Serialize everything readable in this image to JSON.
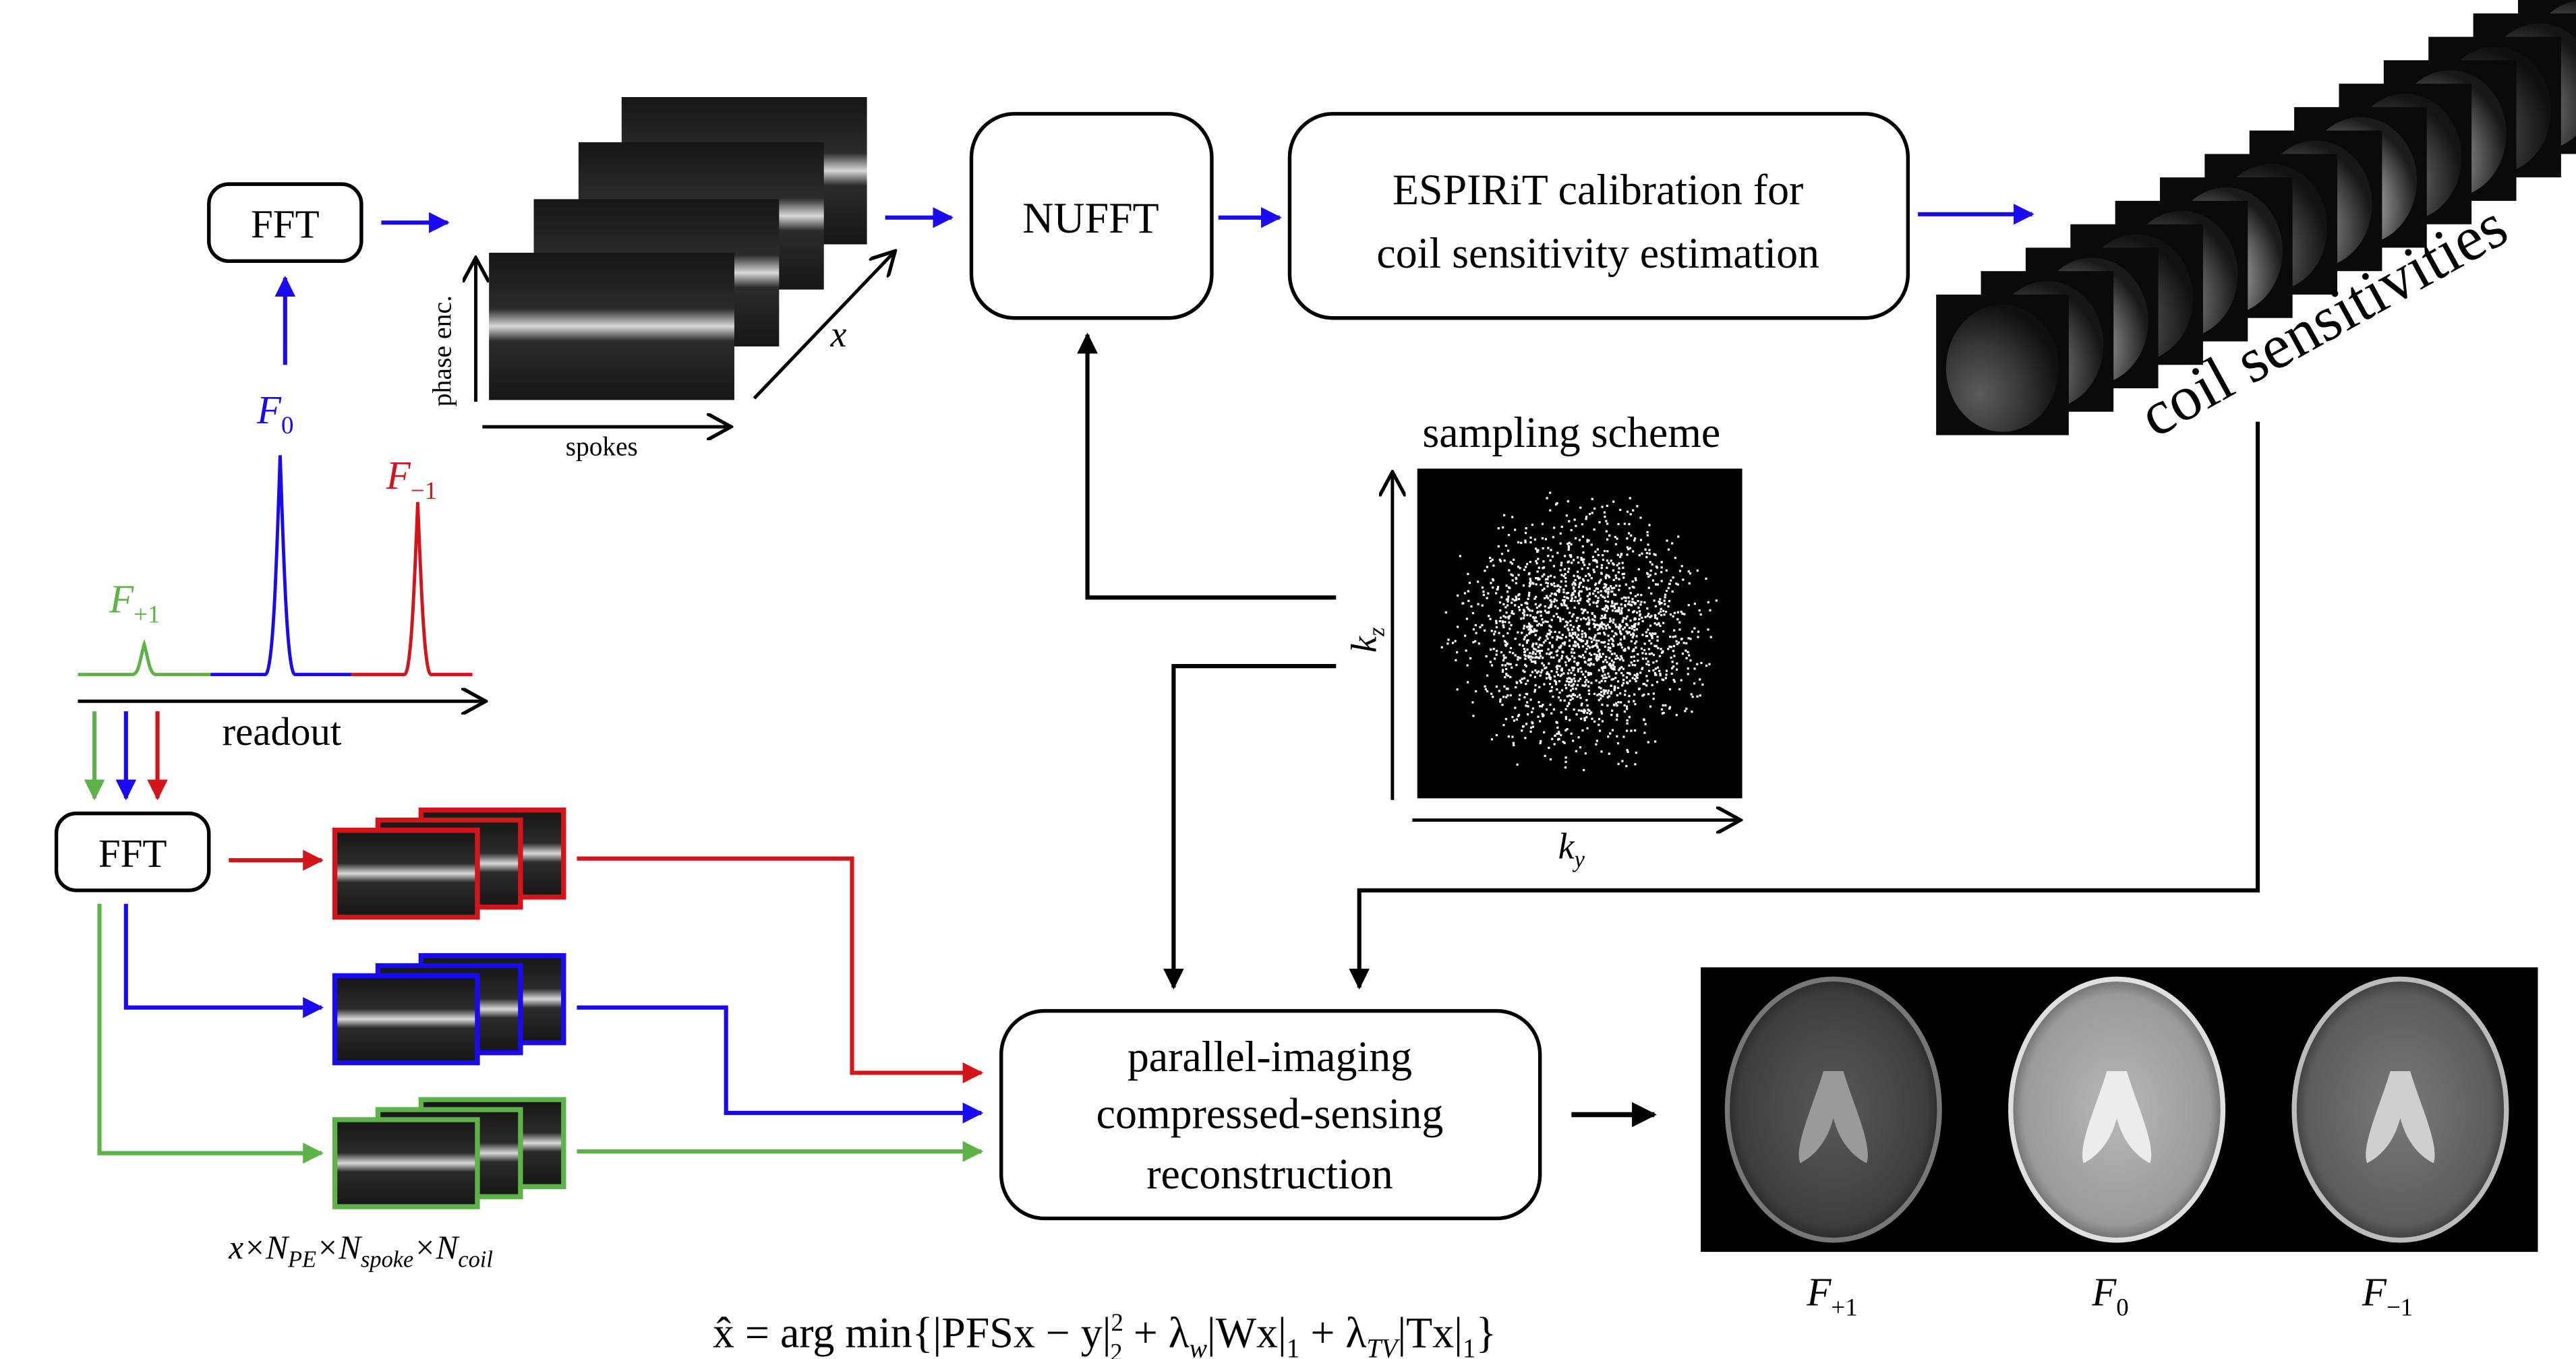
{
  "colors": {
    "blue": "#1a0af0",
    "red": "#d4141b",
    "green": "#5db248",
    "black": "#000000"
  },
  "blocks": {
    "fft_top": "FFT",
    "nufft": "NUFFT",
    "espirit_line1": "ESPIRiT calibration for",
    "espirit_line2": "coil sensitivity estimation",
    "fft_bottom": "FFT",
    "recon_line1": "parallel-imaging",
    "recon_line2": "compressed-sensing",
    "recon_line3": "reconstruction"
  },
  "labels": {
    "phase_enc": "phase enc.",
    "spokes": "spokes",
    "x_axis": "x",
    "readout": "readout",
    "sampling_scheme": "sampling scheme",
    "ky": "k",
    "ky_sub": "y",
    "kz": "k",
    "kz_sub": "z",
    "coil_sensitivities": "coil sensitivities",
    "dims": "x×N",
    "dims_pe": "PE",
    "dims_spoke": "spoke",
    "dims_coil": "coil",
    "times": "×"
  },
  "peaks": {
    "F": "F",
    "f0_sub": "0",
    "fm1_sub": "−1",
    "fp1_sub": "+1"
  },
  "equation": {
    "lhs": "x̂ = arg min{|PFSx − y|",
    "sup2": "2",
    "sub2": "2",
    "mid1": " + λ",
    "w": "w",
    "mid2": "|Wx|",
    "one": "1",
    "mid3": " + λ",
    "tv": "TV",
    "mid4": "|Tx|",
    "end": "}"
  },
  "output_labels": {
    "F": "F",
    "left_sub": "+1",
    "mid_sub": "0",
    "right_sub": "−1"
  }
}
